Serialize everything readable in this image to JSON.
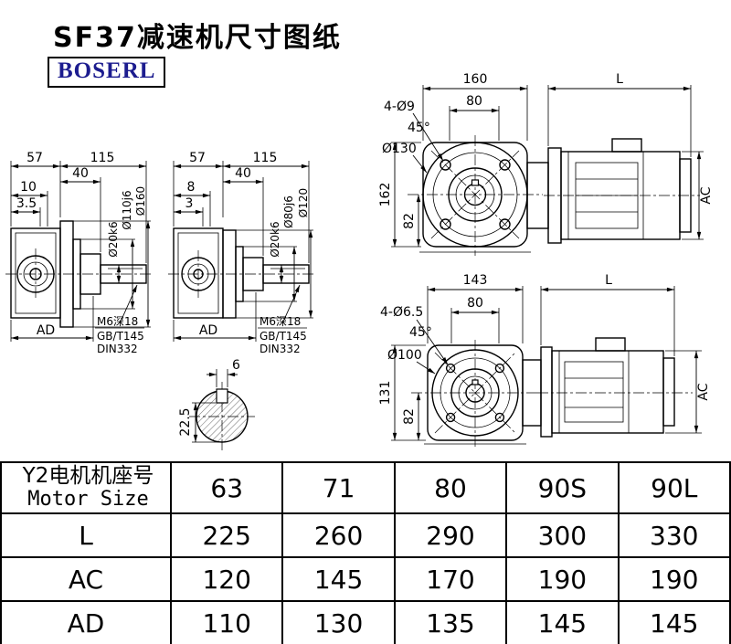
{
  "title": "SF37减速机尺寸图纸",
  "logo": "BOSERL",
  "drawings": {
    "a": {
      "w1": "57",
      "w2": "115",
      "w3": "40",
      "w4": "10",
      "w5": "3.5",
      "shaft_dia": "Ø20k6",
      "spigot_dia": "Ø110j6",
      "flange_dia": "Ø160",
      "ad": "AD",
      "note1": "M6深18",
      "note2": "GB/T145",
      "note3": "DIN332"
    },
    "b": {
      "w1": "57",
      "w2": "115",
      "w3": "40",
      "w4": "8",
      "w5": "3",
      "shaft_dia": "Ø20k6",
      "spigot_dia": "Ø80j6",
      "flange_dia": "Ø120",
      "ad": "AD",
      "note1": "M6深18",
      "note2": "GB/T145",
      "note3": "DIN332"
    },
    "c": {
      "len": "160",
      "motor_len": "L",
      "half": "80",
      "holes": "4-Ø9",
      "angle": "45°",
      "dia": "Ø130",
      "height": "162",
      "center_h": "82",
      "ac": "AC"
    },
    "d": {
      "len": "143",
      "motor_len": "L",
      "half": "80",
      "holes": "4-Ø6.5",
      "angle": "45°",
      "dia": "Ø100",
      "height": "131",
      "center_h": "82",
      "ac": "AC"
    },
    "e": {
      "key_w": "6",
      "key_d": "22.5"
    }
  },
  "table": {
    "motor_label_cn": "Y2电机机座号",
    "motor_label_en": "Motor Size",
    "columns": [
      "63",
      "71",
      "80",
      "90S",
      "90L"
    ],
    "rows": [
      {
        "label": "L",
        "values": [
          "225",
          "260",
          "290",
          "300",
          "330"
        ]
      },
      {
        "label": "AC",
        "values": [
          "120",
          "145",
          "170",
          "190",
          "190"
        ]
      },
      {
        "label": "AD",
        "values": [
          "110",
          "130",
          "135",
          "145",
          "145"
        ]
      }
    ]
  }
}
